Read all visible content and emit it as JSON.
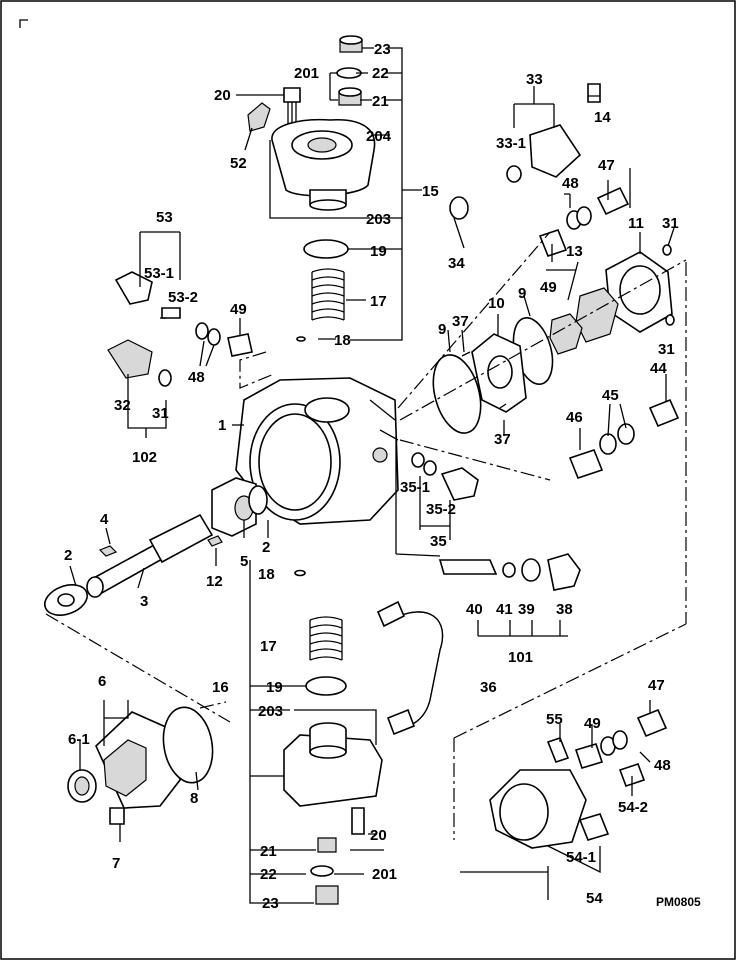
{
  "drawing_code": "PM0805",
  "callouts": {
    "c1": "1",
    "c2a": "2",
    "c2b": "2",
    "c3": "3",
    "c4": "4",
    "c5": "5",
    "c6": "6",
    "c6_1": "6-1",
    "c7": "7",
    "c8": "8",
    "c9a": "9",
    "c9b": "9",
    "c10": "10",
    "c11": "11",
    "c12": "12",
    "c13": "13",
    "c14": "14",
    "c15": "15",
    "c16": "16",
    "c17a": "17",
    "c17b": "17",
    "c18a": "18",
    "c18b": "18",
    "c19a": "19",
    "c19b": "19",
    "c20a": "20",
    "c20b": "20",
    "c21a": "21",
    "c21b": "21",
    "c22a": "22",
    "c22b": "22",
    "c23a": "23",
    "c23b": "23",
    "c31a": "31",
    "c31b": "31",
    "c31c": "31",
    "c32": "32",
    "c33": "33",
    "c33_1": "33-1",
    "c34": "34",
    "c35": "35",
    "c35_1": "35-1",
    "c35_2": "35-2",
    "c36": "36",
    "c37a": "37",
    "c37b": "37",
    "c38": "38",
    "c39": "39",
    "c40": "40",
    "c41": "41",
    "c44": "44",
    "c45": "45",
    "c46": "46",
    "c47a": "47",
    "c47b": "47",
    "c48a": "48",
    "c48b": "48",
    "c48c": "48",
    "c49a": "49",
    "c49b": "49",
    "c49c": "49",
    "c52": "52",
    "c53": "53",
    "c53_1": "53-1",
    "c53_2": "53-2",
    "c54": "54",
    "c54_1": "54-1",
    "c54_2": "54-2",
    "c55": "55",
    "c101": "101",
    "c102": "102",
    "c201a": "201",
    "c201b": "201",
    "c203a": "203",
    "c203b": "203",
    "c204": "204"
  }
}
